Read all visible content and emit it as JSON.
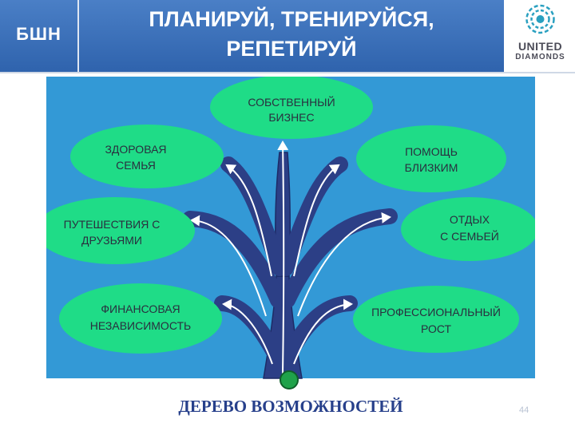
{
  "header": {
    "school_abbr": "БШН",
    "title_line1": "ПЛАНИРУЙ, ТРЕНИРУЙСЯ,",
    "title_line2": "РЕПЕТИРУЙ",
    "logo_word1": "UNITED",
    "logo_word2": "DIAMONDS"
  },
  "tree": {
    "nodes": [
      {
        "id": "own-business",
        "line1": "СОБСТВЕННЫЙ",
        "line2": "БИЗНЕС"
      },
      {
        "id": "healthy-family",
        "line1": "ЗДОРОВАЯ",
        "line2": "СЕМЬЯ"
      },
      {
        "id": "help-loved",
        "line1": "ПОМОЩЬ",
        "line2": "БЛИЗКИМ"
      },
      {
        "id": "travel",
        "line1": "ПУТЕШЕСТВИЯ С",
        "line2": "ДРУЗЬЯМИ"
      },
      {
        "id": "family-rest",
        "line1": "ОТДЫХ",
        "line2": "С СЕМЬЕЙ"
      },
      {
        "id": "financial",
        "line1": "ФИНАНСОВАЯ",
        "line2": "НЕЗАВИСИМОСТЬ"
      },
      {
        "id": "professional",
        "line1": "ПРОФЕССИОНАЛЬНЫЙ",
        "line2": "РОСТ"
      }
    ]
  },
  "caption": "ДЕРЕВО ВОЗМОЖНОСТЕЙ",
  "page_number": "44",
  "colors": {
    "header_blue": "#3b70bb",
    "panel_blue": "#3399d6",
    "node_green": "#1fdc87",
    "tree_navy": "#2c3f86",
    "arrow_white": "#ffffff",
    "caption_blue": "#27408b",
    "logo_teal": "#2aa0c0"
  }
}
